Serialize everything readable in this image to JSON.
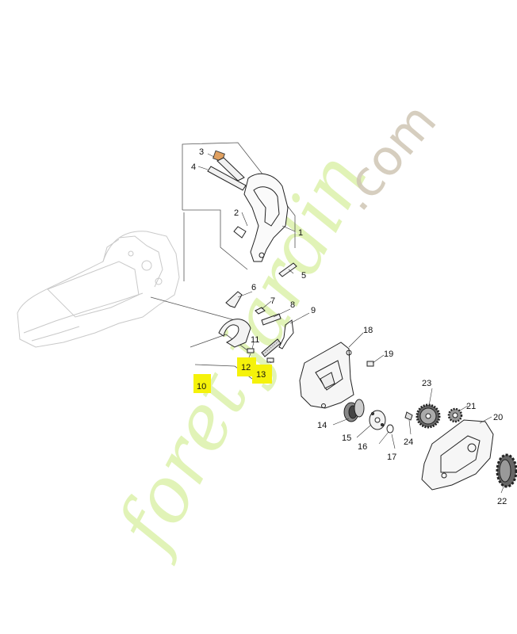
{
  "diagram": {
    "callouts": [
      "1",
      "2",
      "3",
      "4",
      "5",
      "6",
      "7",
      "8",
      "9",
      "10",
      "11",
      "12",
      "13",
      "14",
      "15",
      "16",
      "17",
      "18",
      "19",
      "20",
      "21",
      "22",
      "23",
      "24"
    ],
    "highlighted": [
      "10",
      "12",
      "13"
    ],
    "highlight_color": "#f5f20a",
    "part_fill_highlight": "#e0a060"
  },
  "watermark": {
    "part1": "foret",
    "part2": "jardin",
    "part3": ".com",
    "color_green": "#d7efa0",
    "color_grey": "#cfc6b4"
  }
}
